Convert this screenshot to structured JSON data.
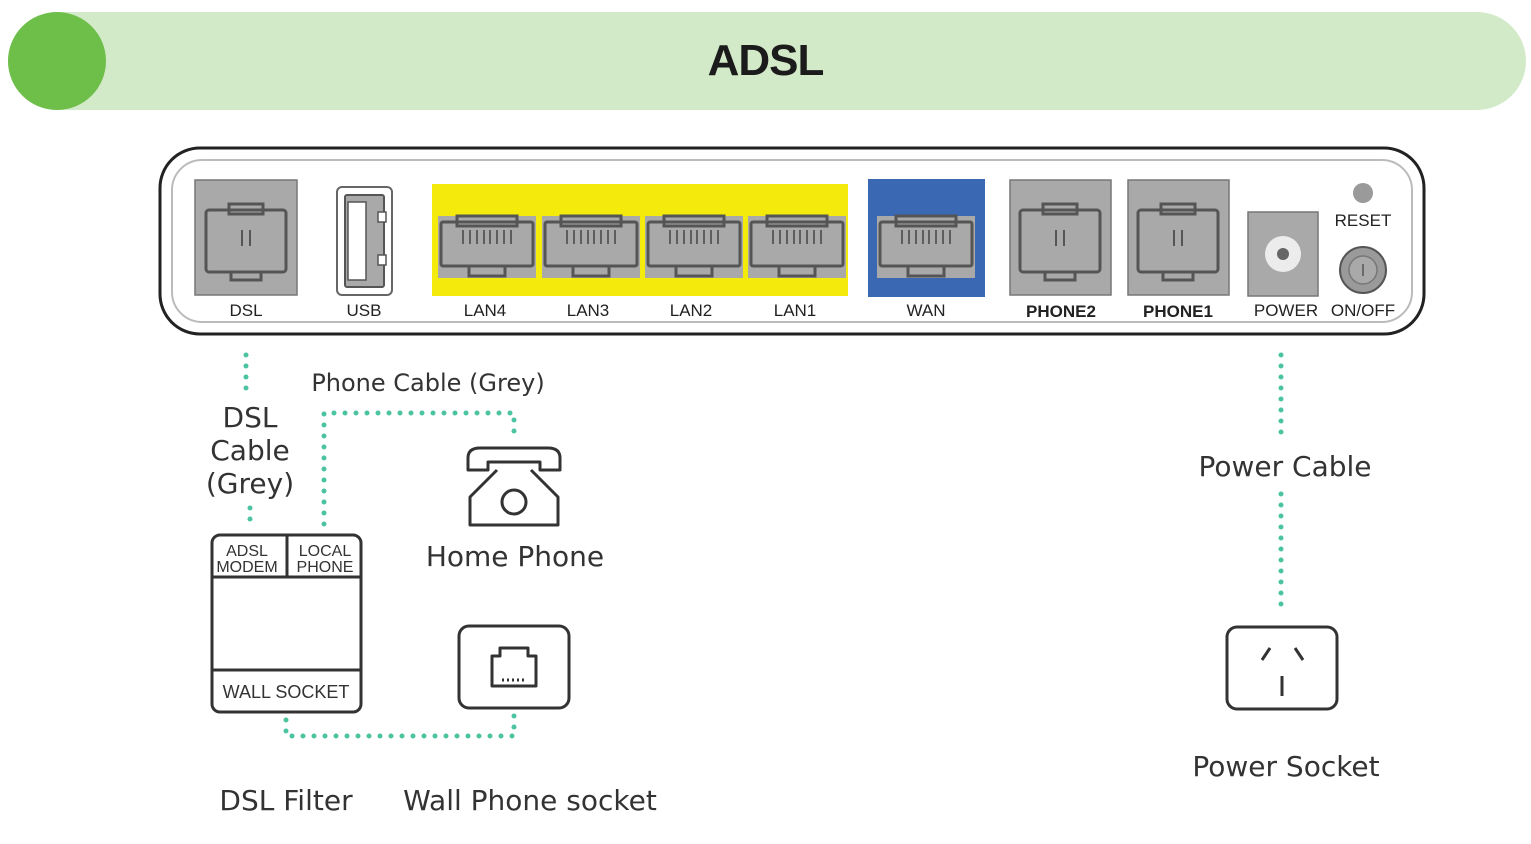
{
  "title": "ADSL",
  "colors": {
    "banner_bg": "#d3eac8",
    "banner_accent": "#6ebe4a",
    "lan_highlight": "#f4ea0c",
    "wan_highlight": "#3b68b3",
    "port_grey": "#a9a9a9",
    "cable_dots": "#4cc3a0"
  },
  "router": {
    "ports": {
      "dsl": "DSL",
      "usb": "USB",
      "lan4": "LAN4",
      "lan3": "LAN3",
      "lan2": "LAN2",
      "lan1": "LAN1",
      "wan": "WAN",
      "phone2": "PHONE2",
      "phone1": "PHONE1",
      "power": "POWER",
      "onoff": "ON/OFF",
      "reset": "RESET"
    }
  },
  "cables": {
    "dsl_cable": [
      "DSL",
      "Cable",
      "(Grey)"
    ],
    "phone_cable": "Phone Cable (Grey)",
    "power_cable": "Power Cable"
  },
  "filter": {
    "adsl_modem": [
      "ADSL",
      "MODEM"
    ],
    "local_phone": [
      "LOCAL",
      "PHONE"
    ],
    "wall_socket": "WALL SOCKET"
  },
  "devices": {
    "home_phone": "Home Phone",
    "dsl_filter": "DSL Filter",
    "wall_phone_socket": "Wall Phone socket",
    "power_socket": "Power Socket"
  }
}
